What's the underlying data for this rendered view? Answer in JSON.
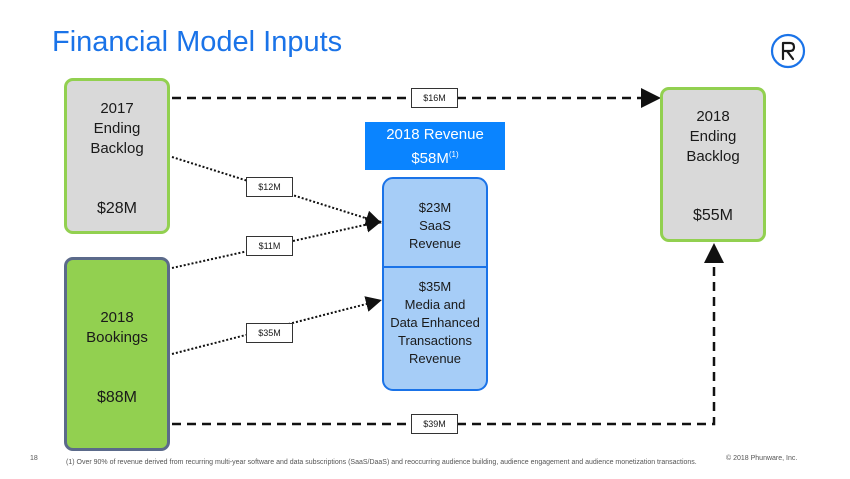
{
  "slide": {
    "title": "Financial Model Inputs",
    "page_number": "18",
    "copyright": "© 2018 Phunware, Inc.",
    "footnote": "(1) Over 90% of revenue derived from recurring multi-year software and data subscriptions (SaaS/DaaS) and reoccurring audience building, audience engagement and audience monetization transactions.",
    "logo_icon": "phunware-logo-icon",
    "colors": {
      "title": "#1a73e8",
      "green": "#92d050",
      "grey": "#d9d9d9",
      "revenue_header": "#0a84ff",
      "revenue_fill": "#a6cdf7"
    }
  },
  "boxes": {
    "backlog_2017": {
      "label": [
        "2017",
        "Ending",
        "Backlog"
      ],
      "value": "$28M"
    },
    "bookings_2018": {
      "label": [
        "2018",
        "Bookings"
      ],
      "value": "$88M"
    },
    "backlog_2018": {
      "label": [
        "2018",
        "Ending",
        "Backlog"
      ],
      "value": "$55M"
    }
  },
  "revenue": {
    "header": "2018 Revenue",
    "total": "$58M",
    "total_note": "(1)",
    "saas": [
      "$23M",
      "SaaS",
      "Revenue"
    ],
    "media": [
      "$35M",
      "Media and",
      "Data Enhanced",
      "Transactions",
      "Revenue"
    ]
  },
  "flows": {
    "backlog_to_backlog": "$16M",
    "backlog_to_saas": "$12M",
    "bookings_to_saas": "$11M",
    "bookings_to_media": "$35M",
    "bookings_to_backlog": "$39M"
  }
}
